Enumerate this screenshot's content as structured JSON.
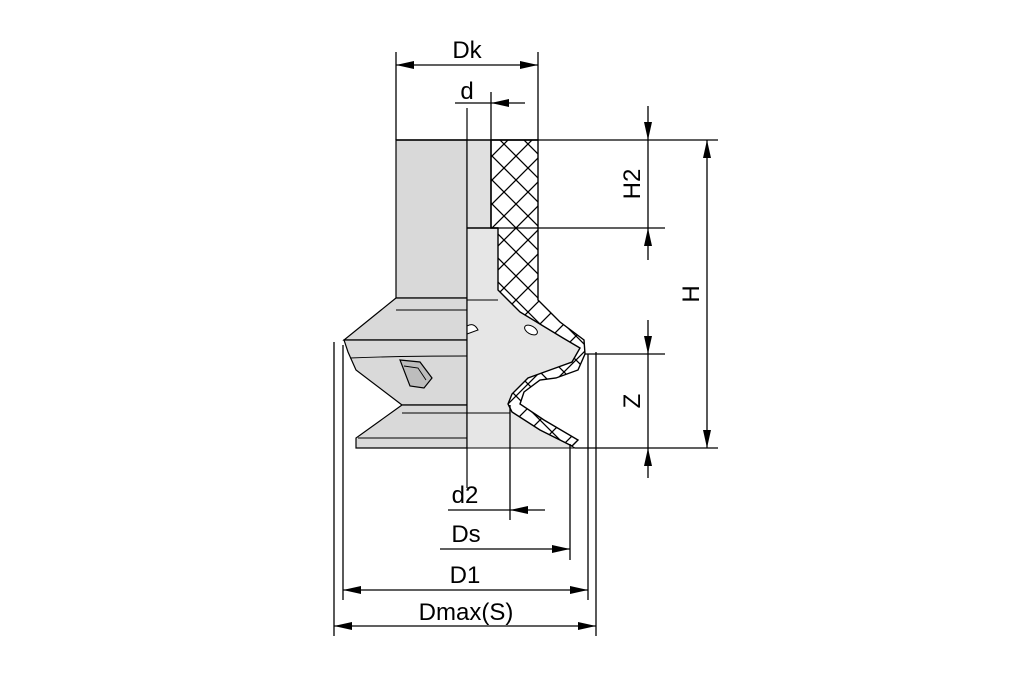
{
  "labels": {
    "dk": "Dk",
    "d": "d",
    "h2": "H2",
    "h": "H",
    "z": "Z",
    "d2": "d2",
    "ds": "Ds",
    "d1": "D1",
    "dmax": "Dmax(S)"
  }
}
